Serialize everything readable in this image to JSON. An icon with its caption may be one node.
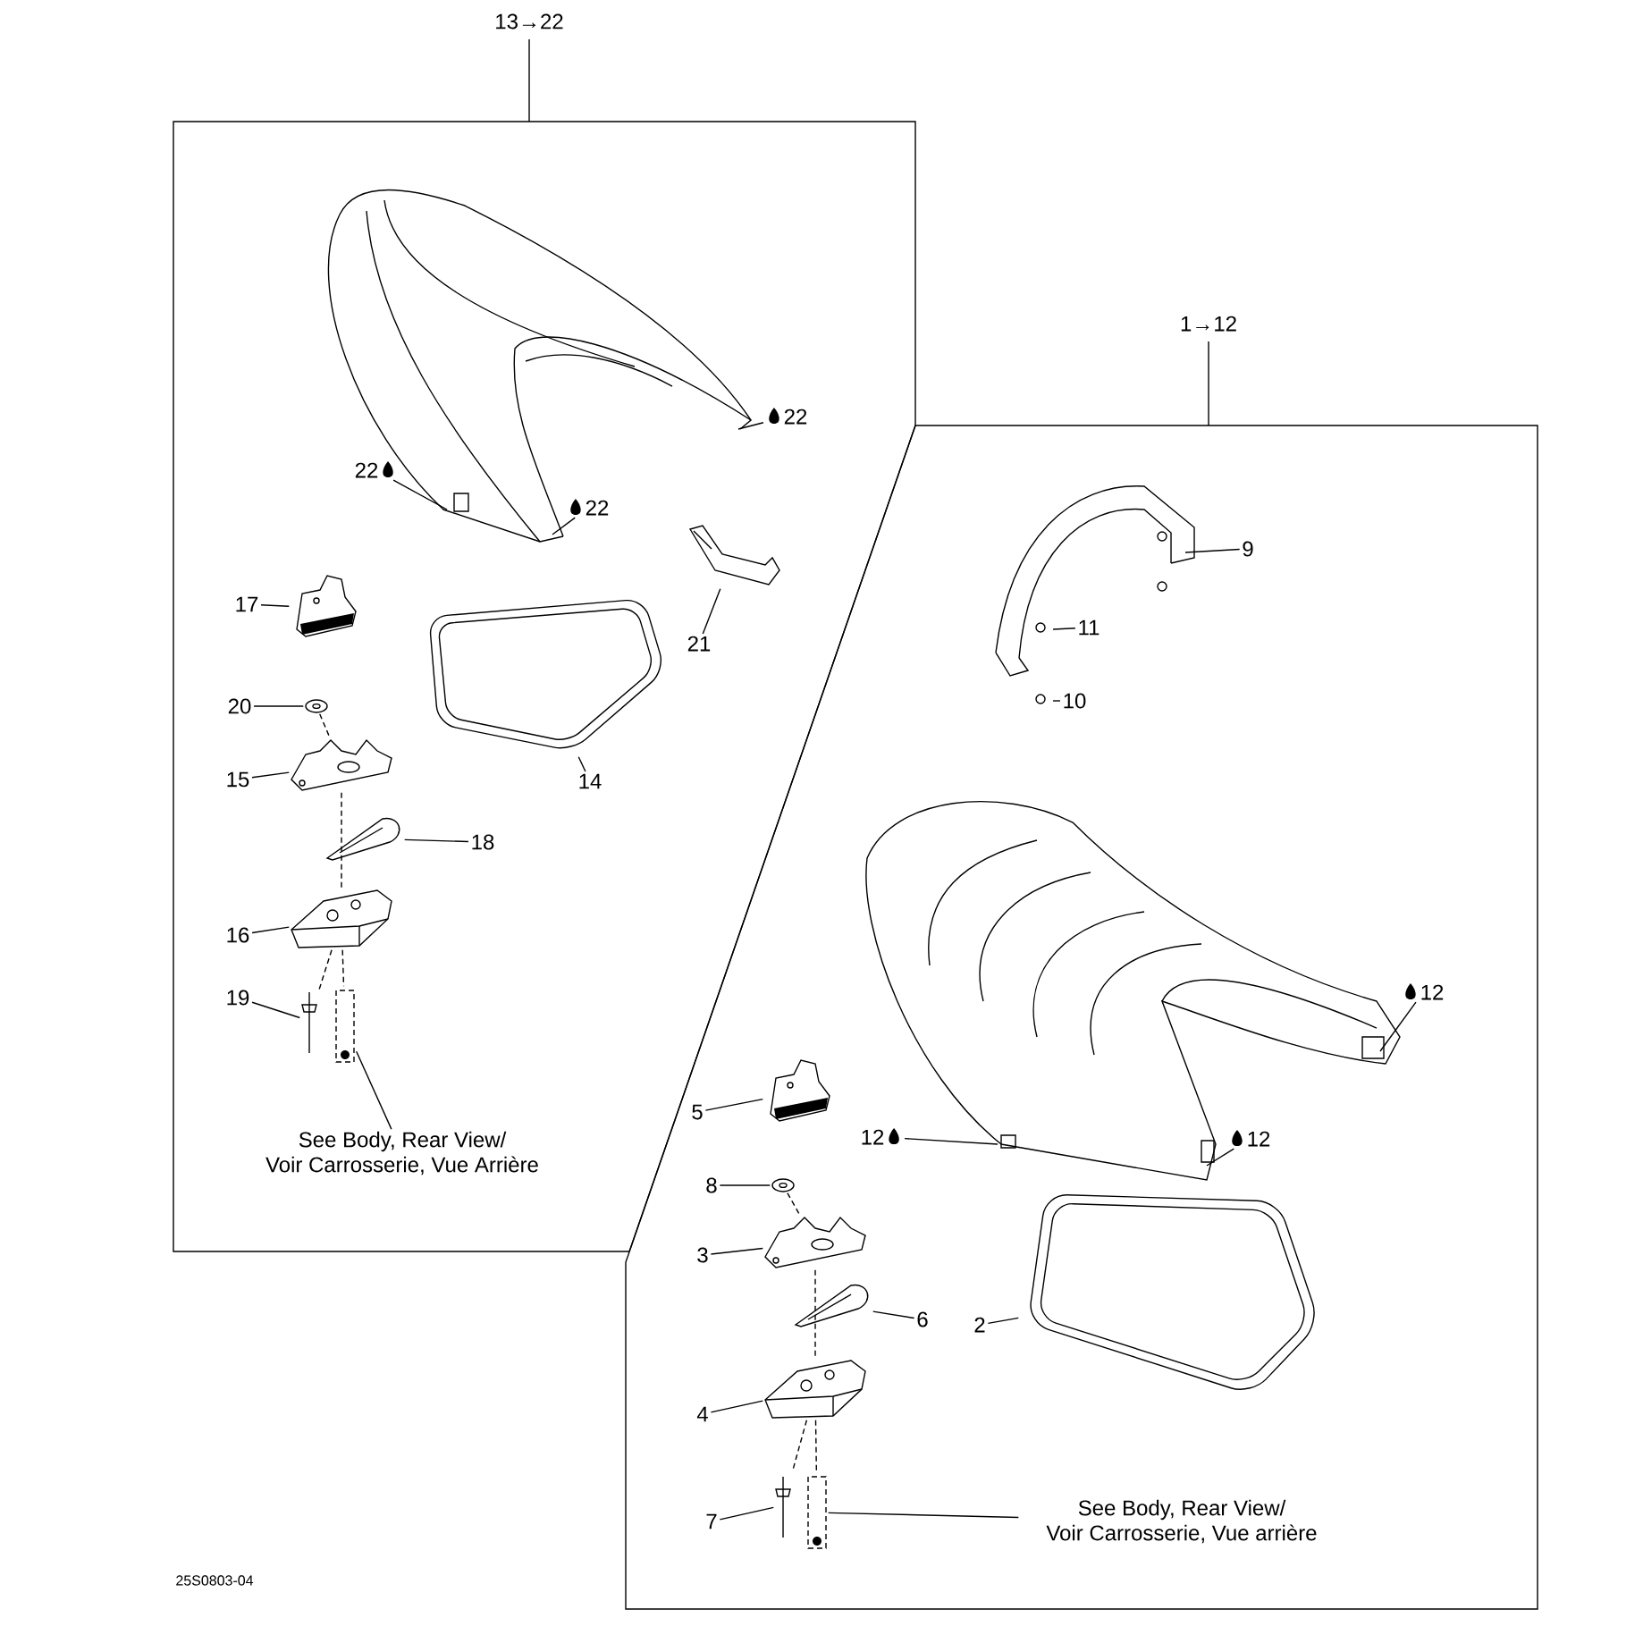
{
  "diagram": {
    "nodes": [
      {
        "text": [
          "13→22"
        ]
      },
      {
        "text": [
          "1→12"
        ]
      },
      {
        "text": [],
        "shape": "picture",
        "in": 0
      },
      {
        "text": [
          "22"
        ],
        "in": 0
      },
      {
        "text": [
          "22"
        ],
        "in": 2
      },
      {
        "text": [
          "22"
        ],
        "in": 2
      },
      {
        "text": [
          "17"
        ],
        "in": 0
      },
      {
        "text": [],
        "shape": "picture",
        "in": 0
      },
      {
        "text": [
          "21"
        ],
        "in": 0
      },
      {
        "text": [],
        "shape": "picture",
        "in": 0
      },
      {
        "text": [
          "14"
        ],
        "in": 0
      },
      {
        "text": [],
        "shape": "picture",
        "in": 0
      },
      {
        "text": [
          "20"
        ],
        "in": 0
      },
      {
        "text": [],
        "shape": "picture",
        "in": 0
      },
      {
        "text": [
          "15"
        ],
        "in": 0
      },
      {
        "text": [],
        "shape": "picture",
        "in": 0
      },
      {
        "text": [
          "18"
        ],
        "in": 0
      },
      {
        "text": [],
        "shape": "picture",
        "in": 0
      },
      {
        "text": [
          "16"
        ],
        "in": 0
      },
      {
        "text": [],
        "shape": "picture",
        "in": 0
      },
      {
        "text": [
          "19"
        ],
        "in": 0
      },
      {
        "text": [],
        "shape": "picture",
        "in": 0
      },
      {
        "text": [],
        "shape": "picture",
        "in": 0
      },
      {
        "text": [
          "See Body, Rear View/ Voir Carrosserie, Vue Arrière"
        ],
        "in": 0
      },
      {
        "text": [],
        "shape": "picture",
        "in": 1
      },
      {
        "text": [
          "9"
        ],
        "in": 1
      },
      {
        "text": [
          "11"
        ],
        "in": 24
      },
      {
        "text": [
          "10"
        ],
        "in": 1
      },
      {
        "text": [],
        "shape": "picture",
        "in": 1
      },
      {
        "text": [
          "12"
        ],
        "in": 1
      },
      {
        "text": [
          "12"
        ],
        "in": 1
      },
      {
        "text": [
          "12"
        ],
        "in": 1
      },
      {
        "text": [
          "5"
        ],
        "in": 1
      },
      {
        "text": [],
        "shape": "picture",
        "in": 1
      },
      {
        "text": [
          "8"
        ],
        "in": 1
      },
      {
        "text": [],
        "shape": "picture",
        "in": 1
      },
      {
        "text": [
          "3"
        ],
        "in": 1
      },
      {
        "text": [],
        "shape": "picture",
        "in": 1
      },
      {
        "text": [
          "6"
        ],
        "in": 1
      },
      {
        "text": [],
        "shape": "picture",
        "in": 1
      },
      {
        "text": [
          "2"
        ],
        "in": 1
      },
      {
        "text": [],
        "shape": "picture",
        "in": 1
      },
      {
        "text": [
          "4"
        ],
        "in": 1
      },
      {
        "text": [],
        "shape": "picture",
        "in": 1
      },
      {
        "text": [
          "7"
        ],
        "in": 1
      },
      {
        "text": [],
        "shape": "picture",
        "in": 1
      },
      {
        "text": [],
        "shape": "picture",
        "in": 1
      },
      {
        "text": [
          "See Body, Rear View/ Voir Carrosserie, Vue arrière"
        ],
        "in": 1
      }
    ],
    "edges": [
      {
        "from": 3,
        "to": 2,
        "arrow": "none"
      },
      {
        "from": 4,
        "to": 2,
        "arrow": "none"
      },
      {
        "from": 5,
        "to": 2,
        "arrow": "none"
      },
      {
        "from": 6,
        "to": 7,
        "arrow": "none"
      },
      {
        "from": 8,
        "to": 9,
        "arrow": "none"
      },
      {
        "from": 10,
        "to": 11,
        "arrow": "none"
      },
      {
        "from": 12,
        "to": 13,
        "arrow": "none"
      },
      {
        "from": 14,
        "to": 15,
        "arrow": "none"
      },
      {
        "from": 16,
        "to": 17,
        "arrow": "none"
      },
      {
        "from": 18,
        "to": 19,
        "arrow": "none"
      },
      {
        "from": 20,
        "to": 21,
        "arrow": "none"
      },
      {
        "from": 23,
        "to": 22,
        "arrow": "none"
      },
      {
        "from": 13,
        "to": 15,
        "arrow": "none",
        "style": "dashed"
      },
      {
        "from": 15,
        "to": 19,
        "arrow": "none",
        "style": "dashed"
      },
      {
        "from": 19,
        "to": 21,
        "arrow": "none",
        "style": "dashed"
      },
      {
        "from": 19,
        "to": 22,
        "arrow": "none",
        "style": "dashed"
      },
      {
        "from": 25,
        "to": 24,
        "arrow": "none"
      },
      {
        "from": 26,
        "to": 24,
        "arrow": "none"
      },
      {
        "from": 27,
        "to": null,
        "arrow": "none"
      },
      {
        "from": 29,
        "to": 28,
        "arrow": "none"
      },
      {
        "from": 30,
        "to": 28,
        "arrow": "none"
      },
      {
        "from": 31,
        "to": 28,
        "arrow": "none"
      },
      {
        "from": 32,
        "to": 33,
        "arrow": "none"
      },
      {
        "from": 34,
        "to": 35,
        "arrow": "none"
      },
      {
        "from": 36,
        "to": 37,
        "arrow": "none"
      },
      {
        "from": 38,
        "to": 39,
        "arrow": "none"
      },
      {
        "from": 40,
        "to": 41,
        "arrow": "none"
      },
      {
        "from": 42,
        "to": 43,
        "arrow": "none"
      },
      {
        "from": 44,
        "to": 45,
        "arrow": "none"
      },
      {
        "from": 47,
        "to": 46,
        "arrow": "none"
      },
      {
        "from": 35,
        "to": 37,
        "arrow": "none",
        "style": "dashed"
      },
      {
        "from": 37,
        "to": 43,
        "arrow": "none",
        "style": "dashed"
      },
      {
        "from": 43,
        "to": 45,
        "arrow": "none",
        "style": "dashed"
      },
      {
        "from": 43,
        "to": 46,
        "arrow": "none",
        "style": "dashed"
      }
    ],
    "labels": [
      "25S0803-04"
    ]
  }
}
